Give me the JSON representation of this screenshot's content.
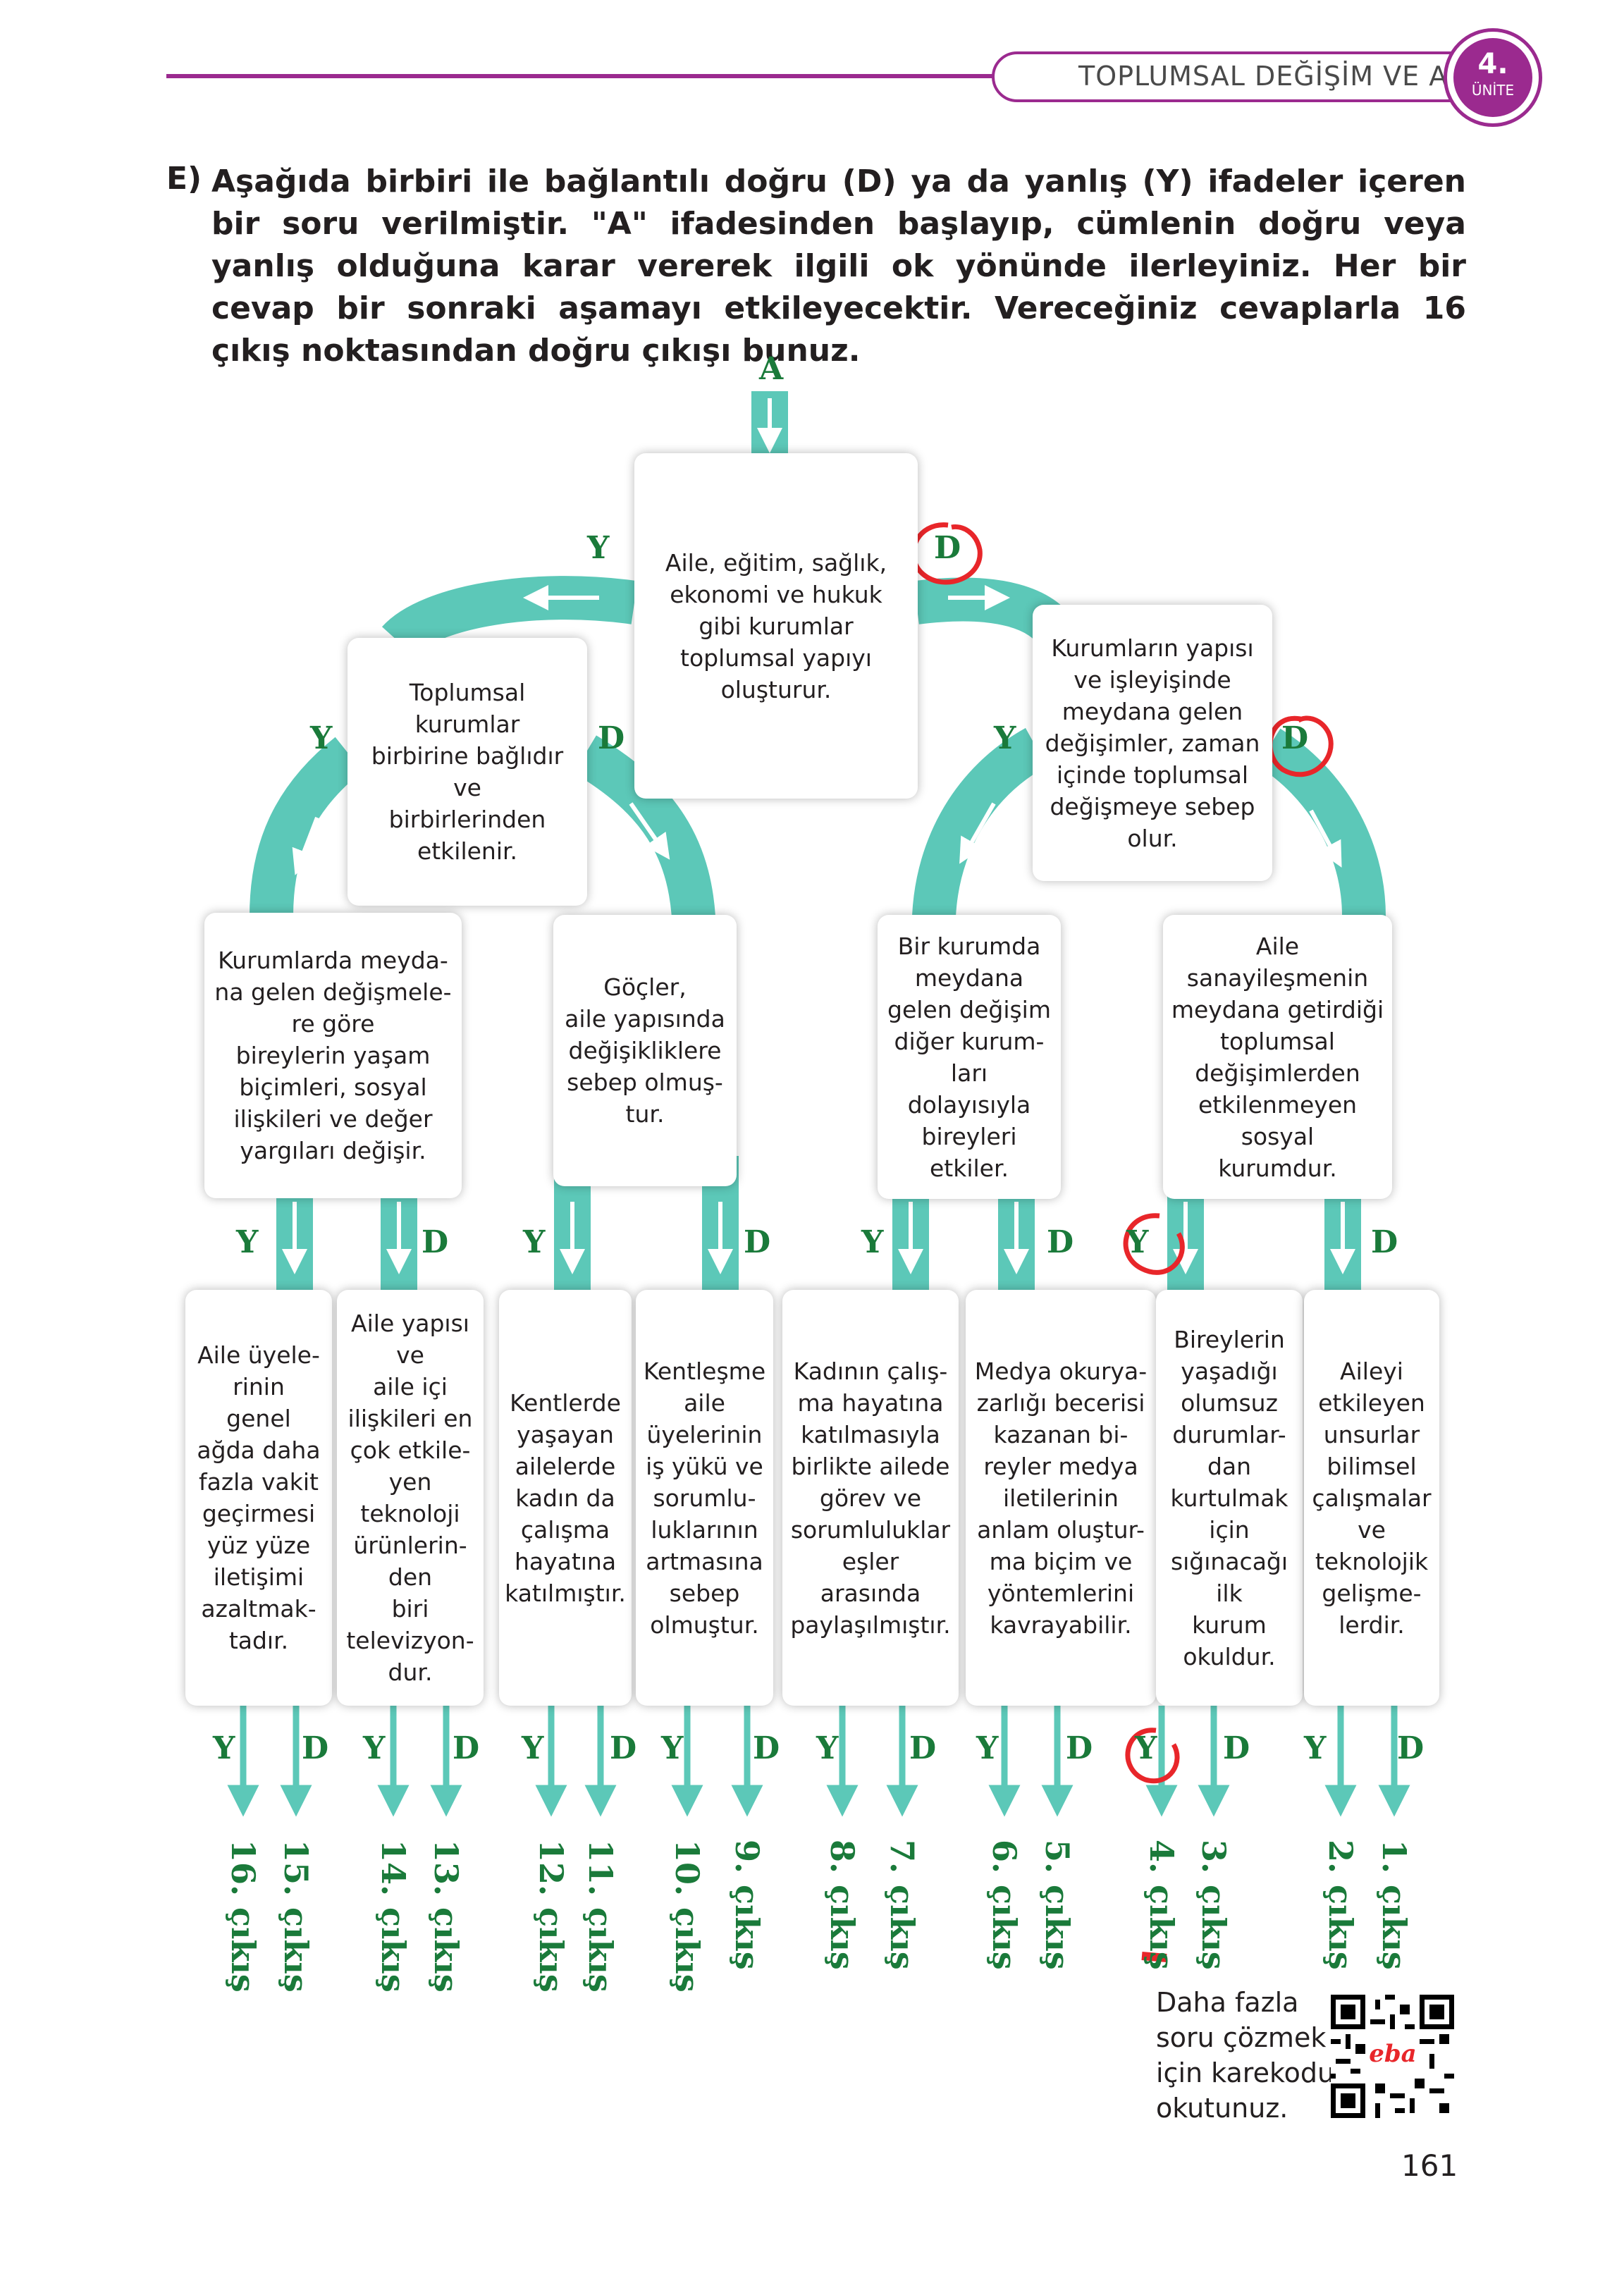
{
  "header": {
    "title": "TOPLUMSAL DEĞİŞİM VE AİLE",
    "unit_number": "4.",
    "unit_label": "ÜNİTE"
  },
  "question": {
    "label": "E)",
    "text": "Aşağıda birbiri ile bağlantılı doğru (D) ya da yanlış (Y) ifadeler içeren bir soru verilmiştir. \"A\" ifadesinden başlayıp, cümlenin doğru veya yanlış olduğuna karar vererek ilgili ok yönünde ilerleyiniz. Her bir cevap bir sonraki aşamayı etkileyecektir. Vereceğiniz cevaplarla 16 çıkış noktasından doğru çıkışı bunuz."
  },
  "start_label": "A",
  "level1": {
    "text": "Aile, eğitim, sağlık,\nekonomi ve hukuk\ngibi kurumlar\ntoplumsal yapıyı\noluşturur.",
    "left": "Y",
    "right": "D"
  },
  "level2": [
    {
      "text": "Toplumsal kurumlar\nbirbirine bağlıdır ve\nbirbirlerinden\netkilenir.",
      "left": "Y",
      "right": "D"
    },
    {
      "text": "Kurumların yapısı\nve işleyişinde\nmeydana gelen\ndeğişimler, zaman\niçinde toplumsal\ndeğişmeye sebep\nolur.",
      "left": "Y",
      "right": "D"
    }
  ],
  "level3": [
    {
      "text": "Kurumlarda meyda-\nna gelen değişmele-\nre göre\nbireylerin yaşam\nbiçimleri, sosyal\nilişkileri ve değer\nyargıları değişir.",
      "left": "Y",
      "right": "D"
    },
    {
      "text": "Göçler,\naile yapısında\ndeğişikliklere\nsebep olmuş-\ntur.",
      "left": "Y",
      "right": "D"
    },
    {
      "text": "Bir kurumda\nmeydana\ngelen değişim\ndiğer kurum-\nları\ndolayısıyla\nbireyleri\netkiler.",
      "left": "Y",
      "right": "D"
    },
    {
      "text": "Aile\nsanayileşmenin\nmeydana getirdiği\ntoplumsal\ndeğişimlerden\netkilenmeyen\nsosyal\nkurumdur.",
      "left": "Y",
      "right": "D"
    }
  ],
  "level4": [
    {
      "text": "Aile üyele-\nrinin\ngenel\nağda daha\nfazla vakit\ngeçirmesi\nyüz yüze\niletişimi\nazaltmak-\ntadır.",
      "left": "Y",
      "right": "D",
      "exit_left": "16. çıkış",
      "exit_right": "15. çıkış"
    },
    {
      "text": "Aile yapısı\nve\naile içi\nilişkileri en\nçok etkile-\nyen\nteknoloji\nürünlerin-\nden\nbiri\ntelevizyon-\ndur.",
      "left": "Y",
      "right": "D",
      "exit_left": "14. çıkış",
      "exit_right": "13. çıkış"
    },
    {
      "text": "Kentlerde\nyaşayan\nailelerde\nkadın da\nçalışma\nhayatına\nkatılmıştır.",
      "left": "Y",
      "right": "D",
      "exit_left": "12. çıkış",
      "exit_right": "11. çıkış"
    },
    {
      "text": "Kentleşme\naile\nüyelerinin\niş yükü ve\nsorumlu-\nluklarının\nartmasına\nsebep\nolmuştur.",
      "left": "Y",
      "right": "D",
      "exit_left": "10. çıkış",
      "exit_right": "9. çıkış"
    },
    {
      "text": "Kadının çalış-\nma hayatına\nkatılmasıyla\nbirlikte ailede\ngörev ve\nsorumluluklar\neşler\narasında\npaylaşılmıştır.",
      "left": "Y",
      "right": "D",
      "exit_left": "8. çıkış",
      "exit_right": "7. çıkış"
    },
    {
      "text": "Medya okurya-\nzarlığı becerisi\nkazanan bi-\nreyler medya\niletilerinin\nanlam oluştur-\nma biçim ve\nyöntemlerini\nkavrayabilir.",
      "left": "Y",
      "right": "D",
      "exit_left": "6. çıkış",
      "exit_right": "5. çıkış"
    },
    {
      "text": "Bireylerin\nyaşadığı\nolumsuz\ndurumlar-\ndan\nkurtulmak\niçin\nsığınacağı\nilk\nkurum\nokuldur.",
      "left": "Y",
      "right": "D",
      "exit_left": "4. çıkış",
      "exit_right": "3. çıkış"
    },
    {
      "text": "Aileyi\netkileyen\nunsurlar\nbilimsel\nçalışmalar\nve\nteknolojik\ngelişme-\nlerdir.",
      "left": "Y",
      "right": "D",
      "exit_left": "2. çıkış",
      "exit_right": "1. çıkış"
    }
  ],
  "qr_text": "Daha fazla\nsoru çözmek\niçin karekodu\nokutunuz.",
  "qr_logo": "eba",
  "page_number": "161",
  "colors": {
    "accent": "#9b2a8f",
    "arrow": "#5cc8b8",
    "label": "#1a7a3a",
    "mark": "#e8262a"
  }
}
